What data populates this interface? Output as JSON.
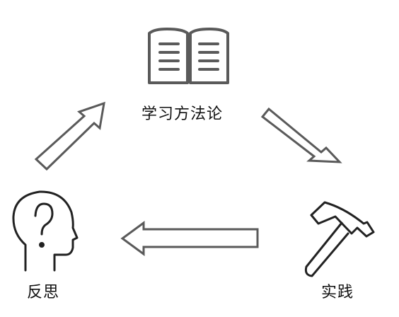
{
  "diagram": {
    "nodes": {
      "top": {
        "label": "学习方法论",
        "icon": "open-book-icon"
      },
      "left": {
        "label": "反思",
        "icon": "head-question-icon"
      },
      "right": {
        "label": "实践",
        "icon": "hammer-icon"
      }
    },
    "edges": [
      {
        "from": "top",
        "to": "right",
        "icon": "arrow-icon"
      },
      {
        "from": "right",
        "to": "left",
        "icon": "arrow-icon"
      },
      {
        "from": "left",
        "to": "top",
        "icon": "arrow-icon"
      }
    ],
    "colors": {
      "stroke": "#5a5a5a",
      "text": "#111111",
      "background": "#ffffff"
    }
  }
}
